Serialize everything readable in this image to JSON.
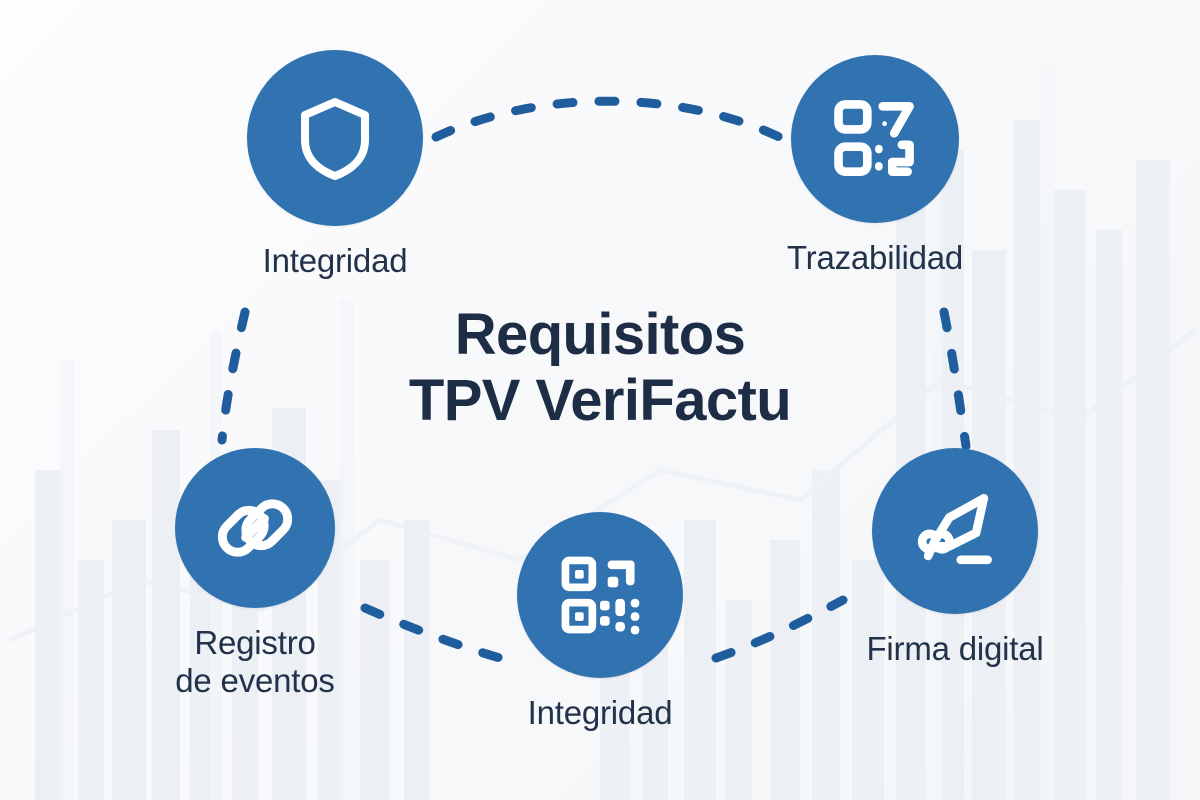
{
  "title": {
    "line1": "Requisitos",
    "line2": "TPV VeriFactu",
    "full": "Requisitos\nTPV VeriFactu",
    "color": "#1d2d45"
  },
  "theme": {
    "circle_fill": "#3172b0",
    "icon_stroke": "#ffffff",
    "connector_color": "#1f5d9c",
    "label_color": "#22324a",
    "background": "#fbfbfc",
    "watermark": "#eef1f5"
  },
  "nodes": [
    {
      "id": "integridad-shield",
      "label": "Integridad",
      "icon": "shield-icon",
      "circle_diameter": 176,
      "position": "top-left"
    },
    {
      "id": "trazabilidad",
      "label": "Trazabilidad",
      "icon": "qr-traceability-icon",
      "circle_diameter": 168,
      "position": "top-right"
    },
    {
      "id": "registro-eventos",
      "label": "Registro\nde eventos",
      "icon": "chain-link-icon",
      "circle_diameter": 160,
      "position": "bottom-left"
    },
    {
      "id": "integridad-qr",
      "label": "Integridad",
      "icon": "qr-code-icon",
      "circle_diameter": 166,
      "position": "bottom-center"
    },
    {
      "id": "firma-digital",
      "label": "Firma digital",
      "icon": "pen-nib-signature-icon",
      "circle_diameter": 166,
      "position": "bottom-right"
    }
  ],
  "connectors": [
    {
      "id": "shield-to-qr-traceability",
      "style": "dashed-arc",
      "from": "integridad-shield",
      "to": "trazabilidad"
    },
    {
      "id": "shield-to-chain-link",
      "style": "dashed-line",
      "from": "integridad-shield",
      "to": "registro-eventos"
    },
    {
      "id": "qr-traceability-to-pen",
      "style": "dashed-line",
      "from": "trazabilidad",
      "to": "firma-digital"
    },
    {
      "id": "chain-link-to-qr-code",
      "style": "dashed-line",
      "from": "registro-eventos",
      "to": "integridad-qr"
    },
    {
      "id": "qr-code-to-pen",
      "style": "dashed-line",
      "from": "integridad-qr",
      "to": "firma-digital"
    }
  ]
}
